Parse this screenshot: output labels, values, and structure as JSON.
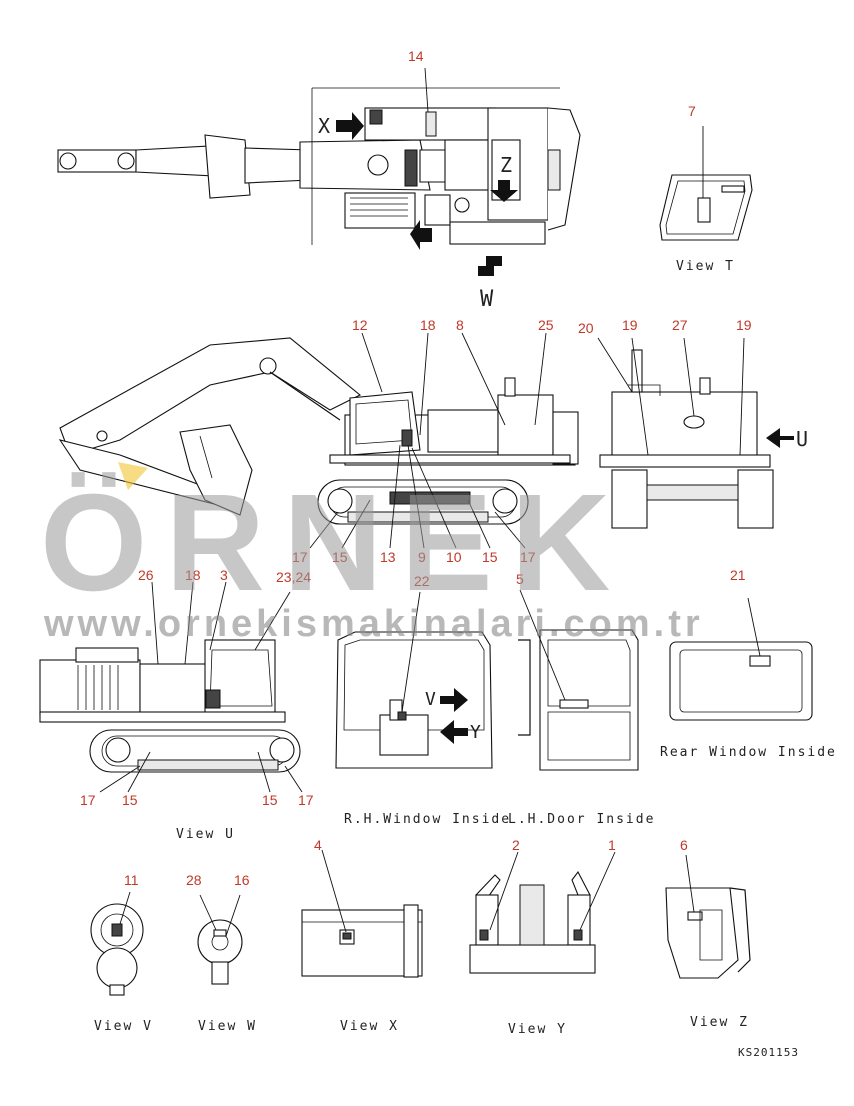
{
  "callouts": {
    "c1": "1",
    "c2": "2",
    "c3": "3",
    "c4": "4",
    "c6": "6",
    "c7": "7",
    "c8": "8",
    "c9": "9",
    "c10": "10",
    "c11": "11",
    "c12": "12",
    "c13": "13",
    "c14": "14",
    "c15": "15",
    "c16": "16",
    "c17": "17",
    "c18": "18",
    "c19": "19",
    "c20": "20",
    "c21": "21",
    "c22": "22",
    "c23_24": "23,24",
    "c25": "25",
    "c26": "26",
    "c27": "27",
    "c28": "28",
    "c5": "5"
  },
  "view_letters": {
    "X": "X",
    "Z": "Z",
    "W": "W",
    "U": "U",
    "V": "V",
    "Y": "Y"
  },
  "captions": {
    "view_t": "View T",
    "view_u": "View U",
    "rear_window": "Rear Window Inside",
    "rh_window": "R.H.Window Inside",
    "lh_door": "L.H.Door Inside",
    "view_v": "View V",
    "view_w": "View W",
    "view_x": "View X",
    "view_y": "View Y",
    "view_z": "View Z"
  },
  "drawing_code": "KS201153",
  "watermark": {
    "brand": "ÖRNEK",
    "url": "www.ornekismakinalari.com.tr"
  },
  "colors": {
    "callout": "#c0392b",
    "line": "#111111",
    "watermark": "#9a9a9a",
    "accent": "#f3c531"
  }
}
